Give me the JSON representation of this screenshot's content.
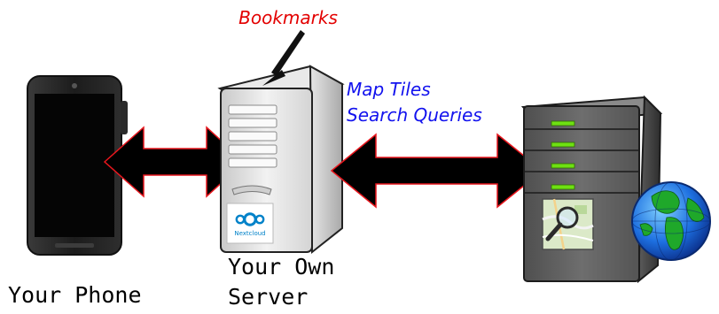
{
  "labels": {
    "phone": "Your Phone",
    "server_line1": "Your Own",
    "server_line2": "Server",
    "bookmarks": "Bookmarks",
    "map_tiles": "Map Tiles",
    "search_queries": "Search Queries"
  },
  "logo": {
    "wordmark": "Nextcloud"
  },
  "icons": [
    "smartphone-icon",
    "tower-server-icon",
    "rack-server-icon",
    "map-search-icon",
    "globe-icon"
  ],
  "colors": {
    "arrow_fill": "#000000",
    "arrow_outline": "#e8161d",
    "bookmarks_text": "#e30000",
    "queries_text": "#1212ee",
    "rack_led": "#6ee012",
    "nextcloud_blue": "#0082c9"
  }
}
